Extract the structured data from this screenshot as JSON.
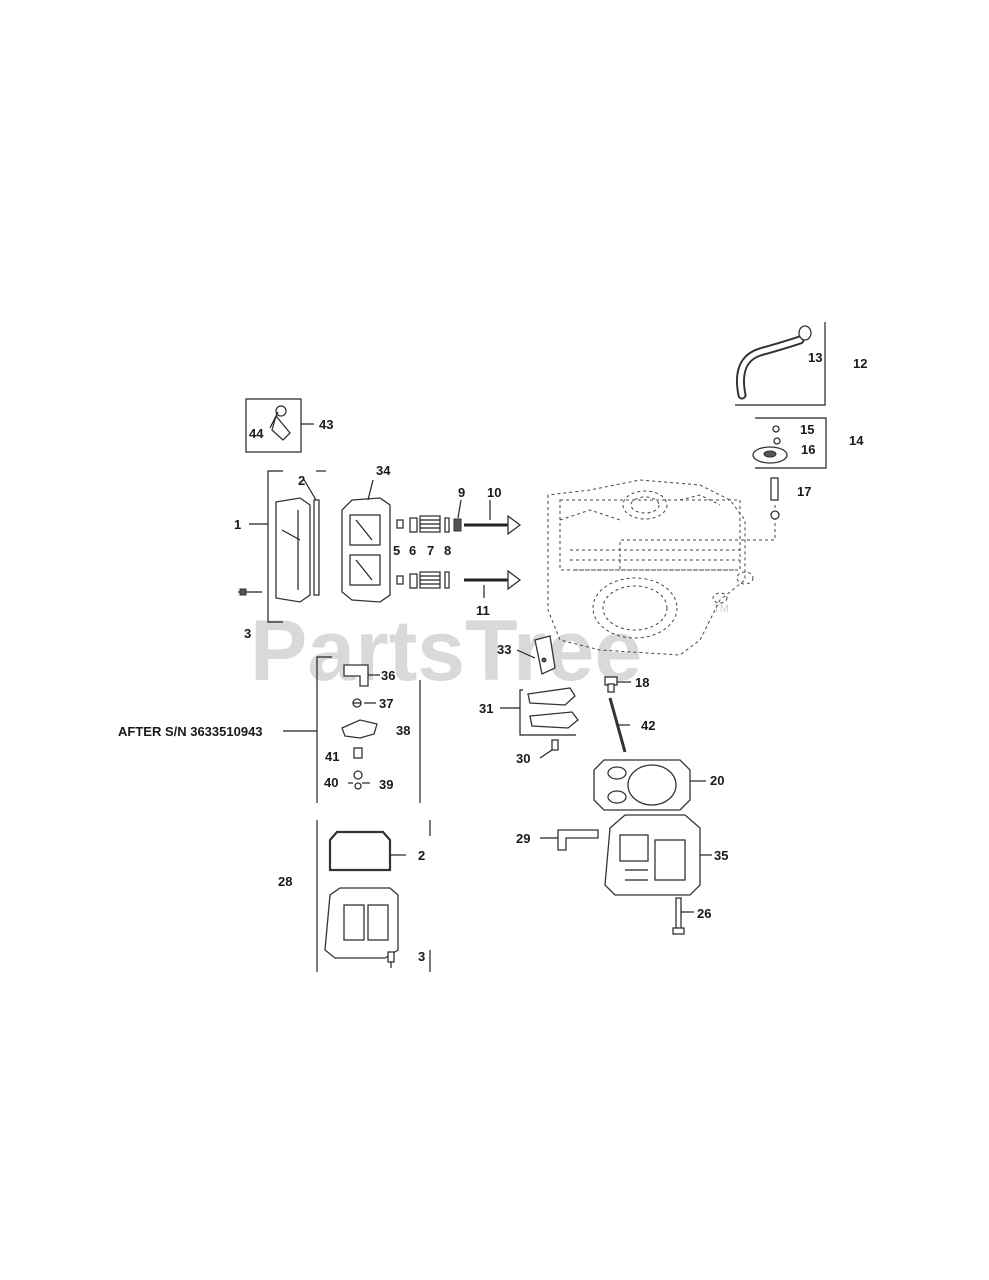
{
  "watermark": {
    "text": "PartsTree",
    "trademark": "TM"
  },
  "note": "AFTER S/N 3633510943",
  "callouts": {
    "c1": "1",
    "c2a": "2",
    "c2b": "2",
    "c3a": "3",
    "c3b": "3",
    "c5": "5",
    "c6": "6",
    "c7": "7",
    "c8": "8",
    "c9": "9",
    "c10": "10",
    "c11": "11",
    "c12": "12",
    "c13": "13",
    "c14": "14",
    "c15": "15",
    "c16": "16",
    "c17": "17",
    "c18": "18",
    "c20": "20",
    "c26": "26",
    "c28": "28",
    "c29": "29",
    "c30": "30",
    "c31": "31",
    "c33": "33",
    "c34": "34",
    "c35": "35",
    "c36": "36",
    "c37": "37",
    "c38": "38",
    "c39": "39",
    "c40": "40",
    "c41": "41",
    "c42": "42",
    "c43": "43",
    "c44": "44"
  }
}
